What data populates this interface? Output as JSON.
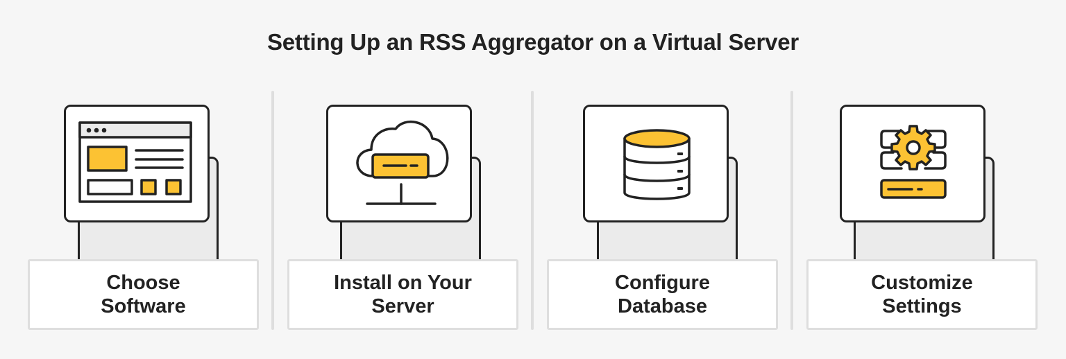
{
  "title": "Setting Up an RSS Aggregator on a Virtual Server",
  "colors": {
    "background": "#f6f6f6",
    "stroke": "#222222",
    "accent_yellow": "#fcc233",
    "card_back": "#ebebeb",
    "divider": "#dedede",
    "label_border": "#dedede"
  },
  "steps": [
    {
      "label": "Choose\nSoftware",
      "icon": "browser-window-icon"
    },
    {
      "label": "Install on Your\nServer",
      "icon": "cloud-server-icon"
    },
    {
      "label": "Configure\nDatabase",
      "icon": "database-icon"
    },
    {
      "label": "Customize\nSettings",
      "icon": "settings-gear-icon"
    }
  ]
}
